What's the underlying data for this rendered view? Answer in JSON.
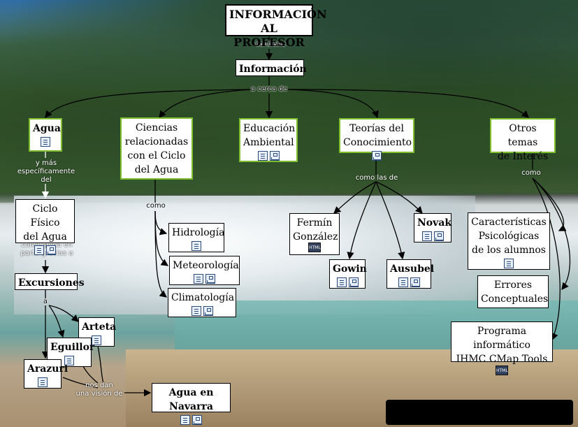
{
  "nodes": {
    "informacion_al_profesor": "INFORMACIÓN\nAL PROFESOR",
    "informacion": "Información",
    "agua": "Agua",
    "ciencias": "Ciencias\nrelacionadas\ncon el Ciclo\ndel Agua",
    "educacion": "Educación\nAmbiental",
    "teorias": "Teorías del\nConocimiento",
    "otros": "Otros temas\nde Interés",
    "ciclo_fisico": "Ciclo Físico\ndel Agua",
    "excursiones": "Excursiones",
    "arteta": "Arteta",
    "eguillor": "Eguillor",
    "arazuri": "Arazuri",
    "agua_navarra": "Agua en Navarra",
    "hidrologia": "Hidrología",
    "meteorologia": "Meteorología",
    "climatologia": "Climatología",
    "fermin": "Fermín\nGonzález",
    "novak": "Novak",
    "gowin": "Gowin",
    "ausubel": "Ausubel",
    "caracteristicas": "Características\nPsicológicas\nde los alumnos",
    "errores": "Errores\nConceptuales",
    "programa": "Programa informático\nIHMC CMap Tools"
  },
  "links": {
    "contiene": "contiene",
    "a_cerca_de": "a cerca de",
    "y_mas": "y más\nespecíficamente\ndel",
    "como_ciencias": "como",
    "como_las_de": "como las de",
    "como_otros": "como",
    "conseguida": "conseguida  en\nparte gracias a",
    "a": "a",
    "nos_dan": "nos dan\nuna visión de"
  },
  "icons": {
    "doc": "document-icon",
    "map": "concept-map-icon",
    "html": "HTML"
  },
  "colors": {
    "green_border": "#7fbf2f"
  }
}
